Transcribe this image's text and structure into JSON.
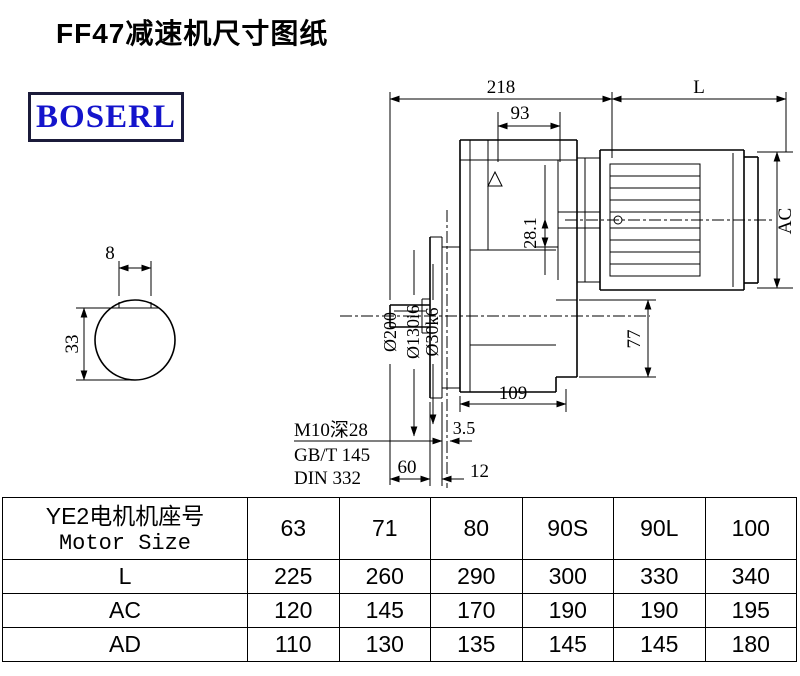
{
  "page": {
    "title": "FF47减速机尺寸图纸",
    "logo_text": "BOSERL"
  },
  "drawing": {
    "labels": {
      "d218": "218",
      "dL": "L",
      "d93": "93",
      "dAC": "AC",
      "d8": "8",
      "d33": "33",
      "d200": "Ø200",
      "d130": "Ø130i6",
      "d30": "Ø30k6",
      "d281": "28.1",
      "d77": "77",
      "d109": "109",
      "note1": "M10深28",
      "note2": "GB/T 145",
      "note3": "DIN 332",
      "d35": "3.5",
      "d60": "60",
      "d12": "12"
    }
  },
  "table": {
    "header_cn": "YE2电机机座号",
    "header_en": "Motor Size",
    "sizes": [
      "63",
      "71",
      "80",
      "90S",
      "90L",
      "100"
    ],
    "rows": [
      {
        "label": "L",
        "values": [
          "225",
          "260",
          "290",
          "300",
          "330",
          "340"
        ]
      },
      {
        "label": "AC",
        "values": [
          "120",
          "145",
          "170",
          "190",
          "190",
          "195"
        ]
      },
      {
        "label": "AD",
        "values": [
          "110",
          "130",
          "135",
          "145",
          "145",
          "180"
        ]
      }
    ]
  }
}
